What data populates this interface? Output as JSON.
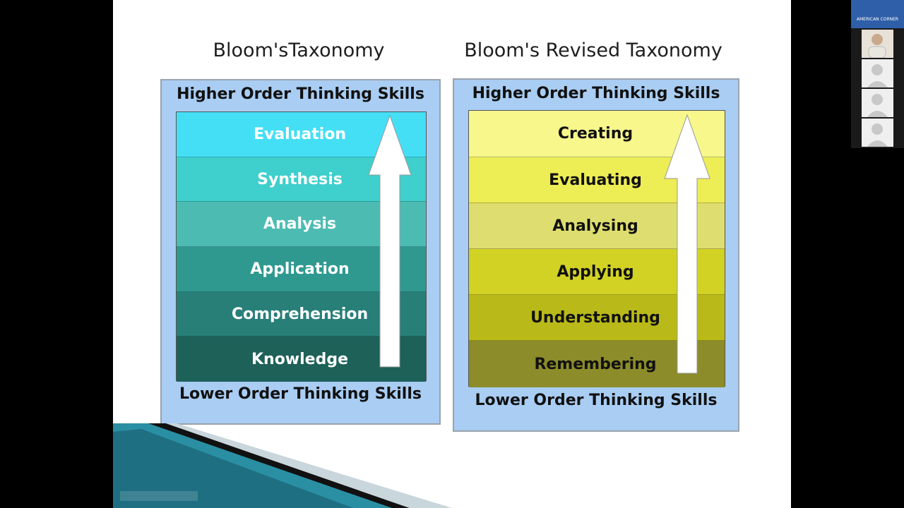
{
  "left": {
    "title": "Bloom'sTaxonomy",
    "top_label": "Higher Order  Thinking Skills",
    "bottom_label": "Lower Order Thinking Skills",
    "levels": [
      "Evaluation",
      "Synthesis",
      "Analysis",
      "Application",
      "Comprehension",
      "Knowledge"
    ],
    "colors": [
      "#44dff5",
      "#3fcfcd",
      "#4cbcb3",
      "#2f9990",
      "#277f78",
      "#1d6159"
    ],
    "text_color": "#ffffff"
  },
  "right": {
    "title": "Bloom's Revised Taxonomy",
    "top_label": "Higher Order  Thinking Skills",
    "bottom_label": "Lower Order Thinking Skills",
    "levels": [
      "Creating",
      "Evaluating",
      "Analysing",
      "Applying",
      "Understanding",
      "Remembering"
    ],
    "colors": [
      "#f7f78c",
      "#eded55",
      "#dede70",
      "#d2d224",
      "#b9b91a",
      "#8c8c2a"
    ],
    "text_color": "#111111"
  },
  "sidebar": {
    "banner_text": "AMERICAN CORNER"
  }
}
